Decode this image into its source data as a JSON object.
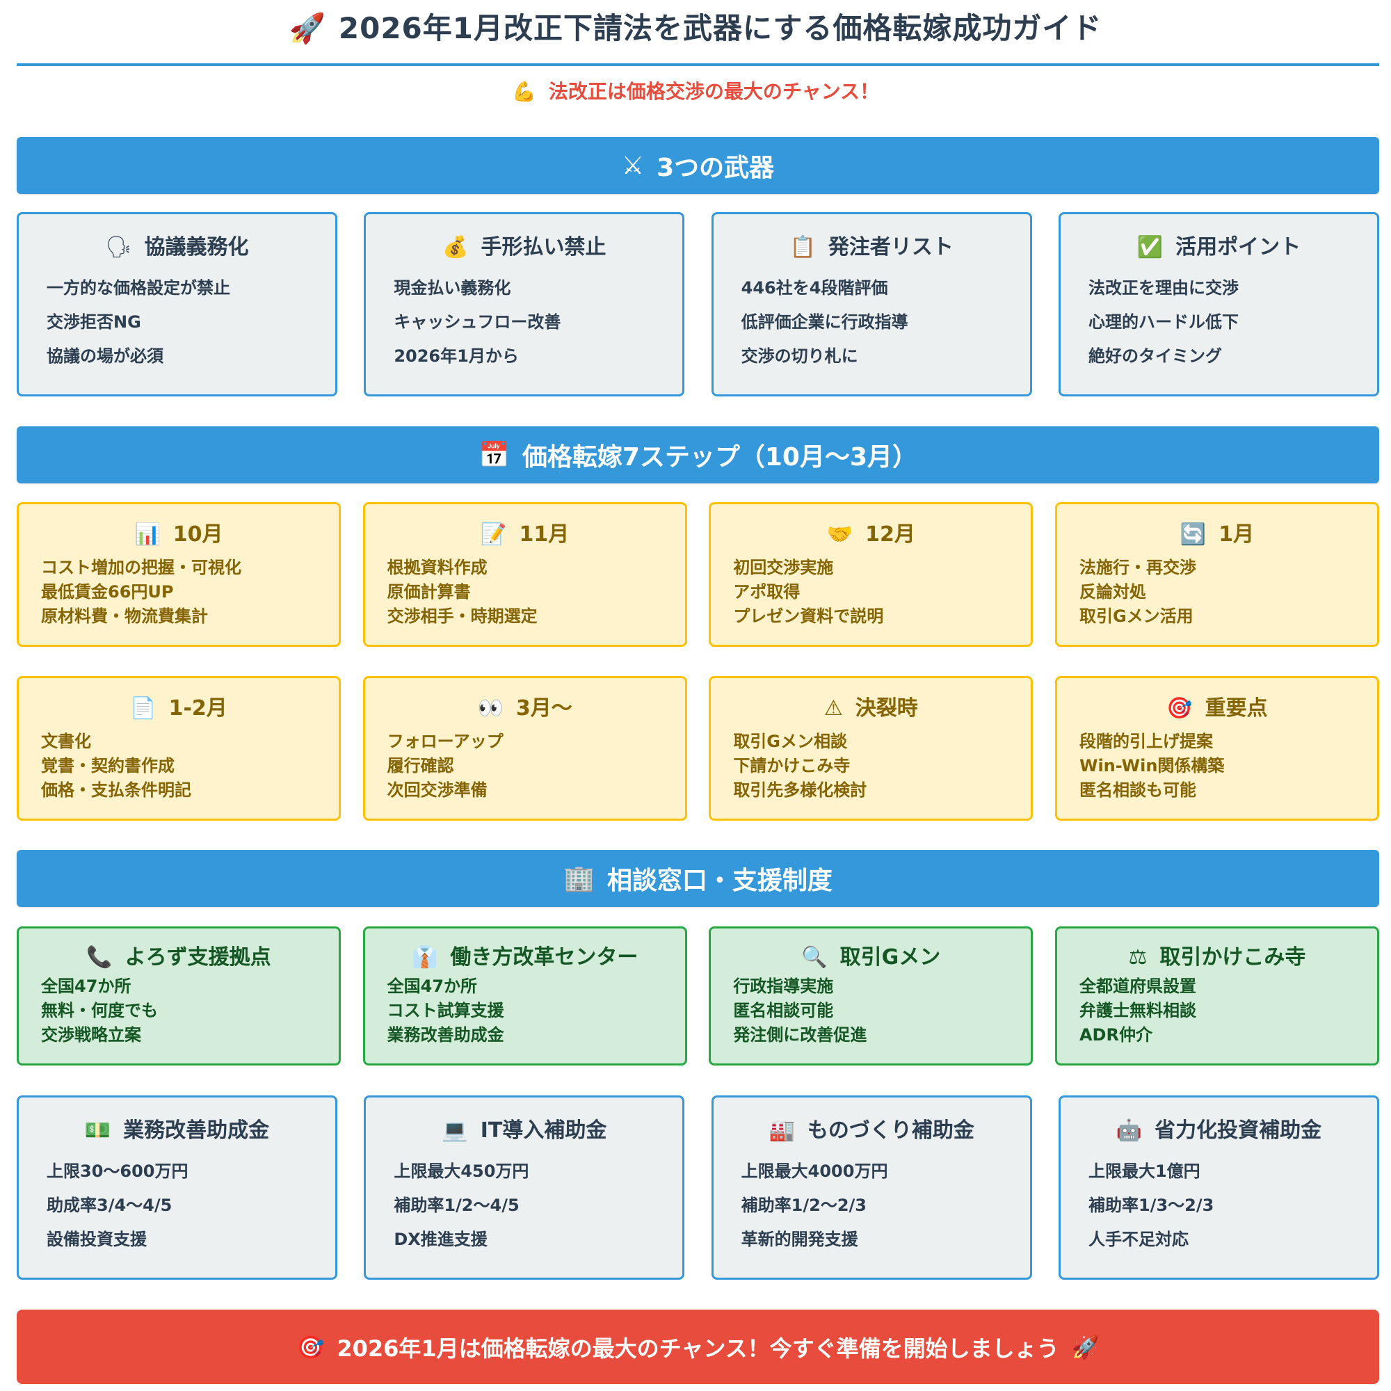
{
  "header": {
    "icon": "🚀",
    "title": "2026年1月改正下請法を武器にする価格転嫁成功ガイド",
    "subtitle_icon": "💪",
    "subtitle": "法改正は価格交渉の最大のチャンス！"
  },
  "colors": {
    "accent_blue": "#3498db",
    "title_text": "#2c3e50",
    "alert_red": "#e74c3c",
    "yellow_bg": "#fff3cd",
    "yellow_border": "#ffc107",
    "green_bg": "#d4edda",
    "green_border": "#28a745",
    "grey_bg": "#ecf0f1"
  },
  "sections": {
    "weapons": {
      "icon": "⚔",
      "title": "3つの武器",
      "cards": [
        {
          "icon": "🗣",
          "title": "協議義務化",
          "items": [
            "一方的な価格設定が禁止",
            "交渉拒否NG",
            "協議の場が必須"
          ]
        },
        {
          "icon": "💰",
          "title": "手形払い禁止",
          "items": [
            "現金払い義務化",
            "キャッシュフロー改善",
            "2026年1月から"
          ]
        },
        {
          "icon": "📋",
          "title": "発注者リスト",
          "items": [
            "446社を4段階評価",
            "低評価企業に行政指導",
            "交渉の切り札に"
          ]
        },
        {
          "icon": "✅",
          "title": "活用ポイント",
          "items": [
            "法改正を理由に交渉",
            "心理的ハードル低下",
            "絶好のタイミング"
          ]
        }
      ]
    },
    "steps": {
      "icon": "📅",
      "title": "価格転嫁7ステップ（10月〜3月）",
      "cards": [
        {
          "icon": "📊",
          "title": "10月",
          "items": [
            "コスト増加の把握・可視化",
            "最低賃金66円UP",
            "原材料費・物流費集計"
          ]
        },
        {
          "icon": "📝",
          "title": "11月",
          "items": [
            "根拠資料作成",
            "原価計算書",
            "交渉相手・時期選定"
          ]
        },
        {
          "icon": "🤝",
          "title": "12月",
          "items": [
            "初回交渉実施",
            "アポ取得",
            "プレゼン資料で説明"
          ]
        },
        {
          "icon": "🔄",
          "title": "1月",
          "items": [
            "法施行・再交渉",
            "反論対処",
            "取引Gメン活用"
          ]
        },
        {
          "icon": "📄",
          "title": "1-2月",
          "items": [
            "文書化",
            "覚書・契約書作成",
            "価格・支払条件明記"
          ]
        },
        {
          "icon": "👀",
          "title": "3月〜",
          "items": [
            "フォローアップ",
            "履行確認",
            "次回交渉準備"
          ]
        },
        {
          "icon": "⚠",
          "title": "決裂時",
          "items": [
            "取引Gメン相談",
            "下請かけこみ寺",
            "取引先多様化検討"
          ]
        },
        {
          "icon": "🎯",
          "title": "重要点",
          "items": [
            "段階的引上げ提案",
            "Win-Win関係構築",
            "匿名相談も可能"
          ]
        }
      ]
    },
    "support": {
      "icon": "🏢",
      "title": "相談窓口・支援制度",
      "contacts": [
        {
          "icon": "📞",
          "title": "よろず支援拠点",
          "items": [
            "全国47か所",
            "無料・何度でも",
            "交渉戦略立案"
          ]
        },
        {
          "icon": "👔",
          "title": "働き方改革センター",
          "items": [
            "全国47か所",
            "コスト試算支援",
            "業務改善助成金"
          ]
        },
        {
          "icon": "🔍",
          "title": "取引Gメン",
          "items": [
            "行政指導実施",
            "匿名相談可能",
            "発注側に改善促進"
          ]
        },
        {
          "icon": "⚖",
          "title": "取引かけこみ寺",
          "items": [
            "全都道府県設置",
            "弁護士無料相談",
            "ADR仲介"
          ]
        }
      ],
      "subsidies": [
        {
          "icon": "💵",
          "title": "業務改善助成金",
          "items": [
            "上限30〜600万円",
            "助成率3/4〜4/5",
            "設備投資支援"
          ]
        },
        {
          "icon": "💻",
          "title": "IT導入補助金",
          "items": [
            "上限最大450万円",
            "補助率1/2〜4/5",
            "DX推進支援"
          ]
        },
        {
          "icon": "🏭",
          "title": "ものづくり補助金",
          "items": [
            "上限最大4000万円",
            "補助率1/2〜2/3",
            "革新的開発支援"
          ]
        },
        {
          "icon": "🤖",
          "title": "省力化投資補助金",
          "items": [
            "上限最大1億円",
            "補助率1/3〜2/3",
            "人手不足対応"
          ]
        }
      ]
    }
  },
  "footer": {
    "icon_left": "🎯",
    "text": "2026年1月は価格転嫁の最大のチャンス！今すぐ準備を開始しましょう",
    "icon_right": "🚀"
  }
}
